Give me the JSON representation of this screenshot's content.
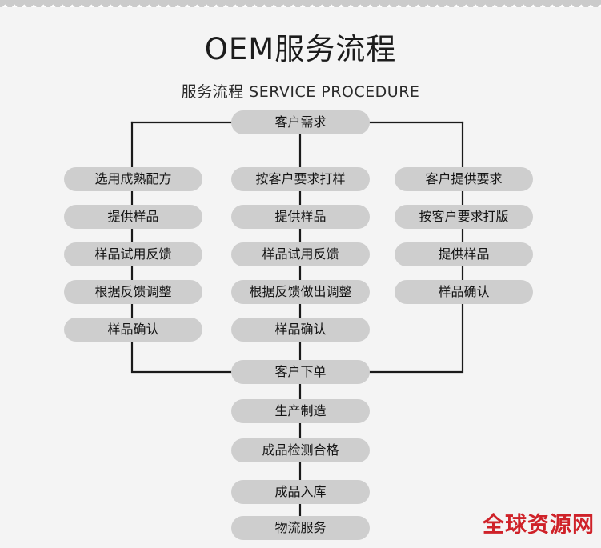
{
  "page": {
    "background_color": "#f4f4f4",
    "node_fill_color": "#cecece",
    "connector_color": "#1a1a1a",
    "watermark_color": "#cf2229"
  },
  "header": {
    "title": "OEM服务流程",
    "subtitle": "服务流程 SERVICE PROCEDURE"
  },
  "flowchart": {
    "type": "flowchart",
    "start_node": {
      "label": "客户需求"
    },
    "branches": [
      {
        "name": "left-branch",
        "steps": [
          {
            "label": "选用成熟配方"
          },
          {
            "label": "提供样品"
          },
          {
            "label": "样品试用反馈"
          },
          {
            "label": "根据反馈调整"
          },
          {
            "label": "样品确认"
          }
        ]
      },
      {
        "name": "middle-branch",
        "steps": [
          {
            "label": "按客户要求打样"
          },
          {
            "label": "提供样品"
          },
          {
            "label": "样品试用反馈"
          },
          {
            "label": "根据反馈做出调整"
          },
          {
            "label": "样品确认"
          }
        ]
      },
      {
        "name": "right-branch",
        "steps": [
          {
            "label": "客户提供要求"
          },
          {
            "label": "按客户要求打版"
          },
          {
            "label": "提供样品"
          },
          {
            "label": "样品确认"
          }
        ]
      }
    ],
    "merge_node": {
      "label": "客户下单"
    },
    "tail_steps": [
      {
        "label": "生产制造"
      },
      {
        "label": "成品检测合格"
      },
      {
        "label": "成品入库"
      },
      {
        "label": "物流服务"
      }
    ]
  },
  "watermark": {
    "text": "全球资源网"
  }
}
